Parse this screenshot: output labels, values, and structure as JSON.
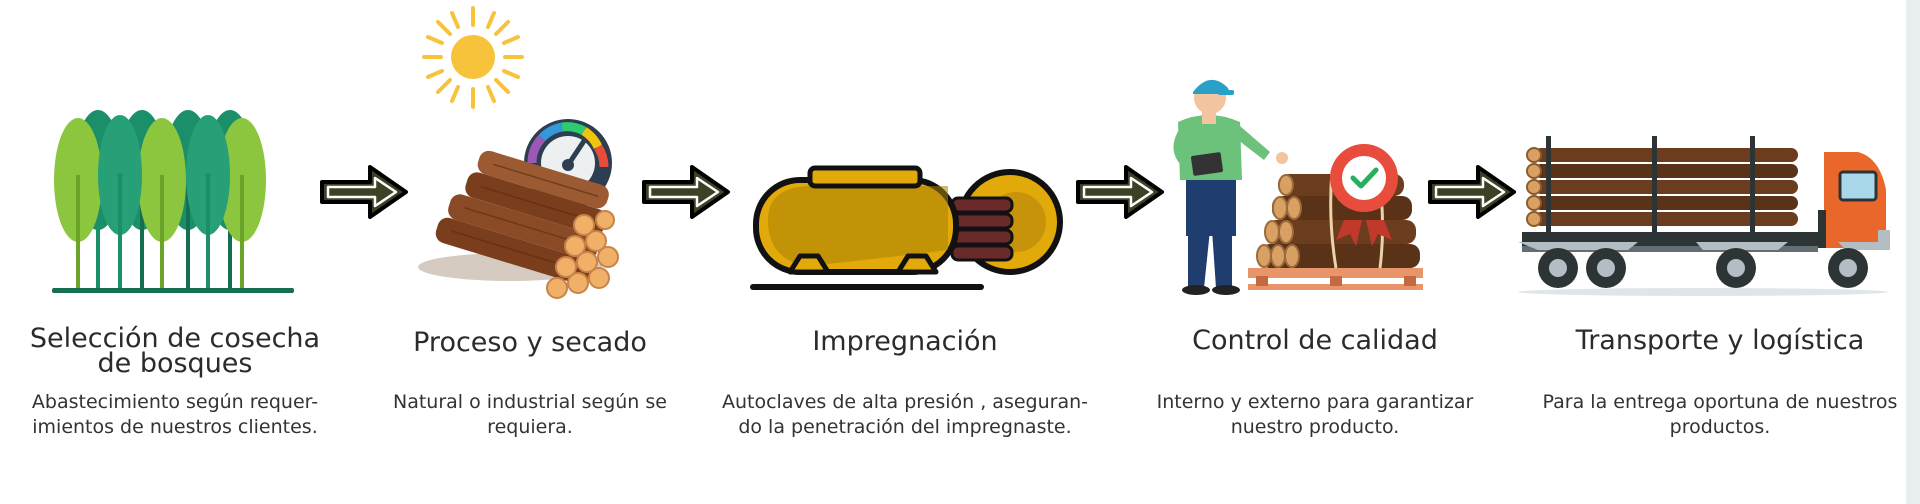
{
  "steps": [
    {
      "title": "Selección de cosecha\nde bosques",
      "description": "Abastecimiento según requer-\nimientos de nuestros clientes.",
      "illustration": "forest-icon"
    },
    {
      "title": "Proceso y secado",
      "description": "Natural o industrial según se\nrequiera.",
      "illustration": "drying-logs-icon"
    },
    {
      "title": "Impregnación",
      "description": "Autoclaves de alta presión , aseguran-\ndo la penetración del impregnaste.",
      "illustration": "autoclave-icon"
    },
    {
      "title": "Control de calidad",
      "description": "Interno y externo para garantizar\nnuestro producto.",
      "illustration": "quality-inspector-icon"
    },
    {
      "title": "Transporte y logística",
      "description": "Para la entrega oportuna de nuestros\nproductos.",
      "illustration": "log-truck-icon"
    }
  ],
  "colors": {
    "arrow_fill": "#3d4227",
    "sun": "#f6c33a",
    "tree_light": "#8cc63e",
    "tree_dark": "#1a8f6a",
    "autoclave": "#e2a90a",
    "wood": "#8b4a26",
    "truck_cab": "#e9672a"
  }
}
